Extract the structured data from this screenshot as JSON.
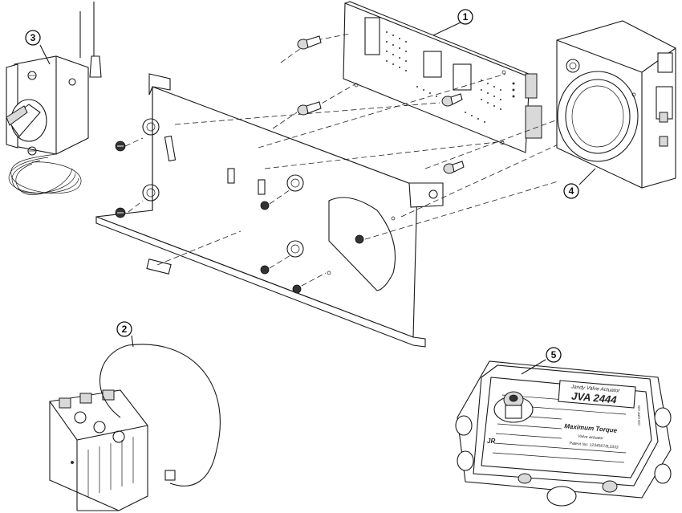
{
  "callouts": [
    {
      "id": "1",
      "label": "1"
    },
    {
      "id": "2",
      "label": "2"
    },
    {
      "id": "3",
      "label": "3"
    },
    {
      "id": "4",
      "label": "4"
    },
    {
      "id": "5",
      "label": "5"
    }
  ],
  "actuator": {
    "title": "Jandy Valve Actuator",
    "model": "JVA 2444",
    "torque": "Maximum Torque",
    "subtitle": "Valve actuator",
    "patent": "Patent No: 1234567/8,3333",
    "side_text": "ON OFF ON"
  }
}
